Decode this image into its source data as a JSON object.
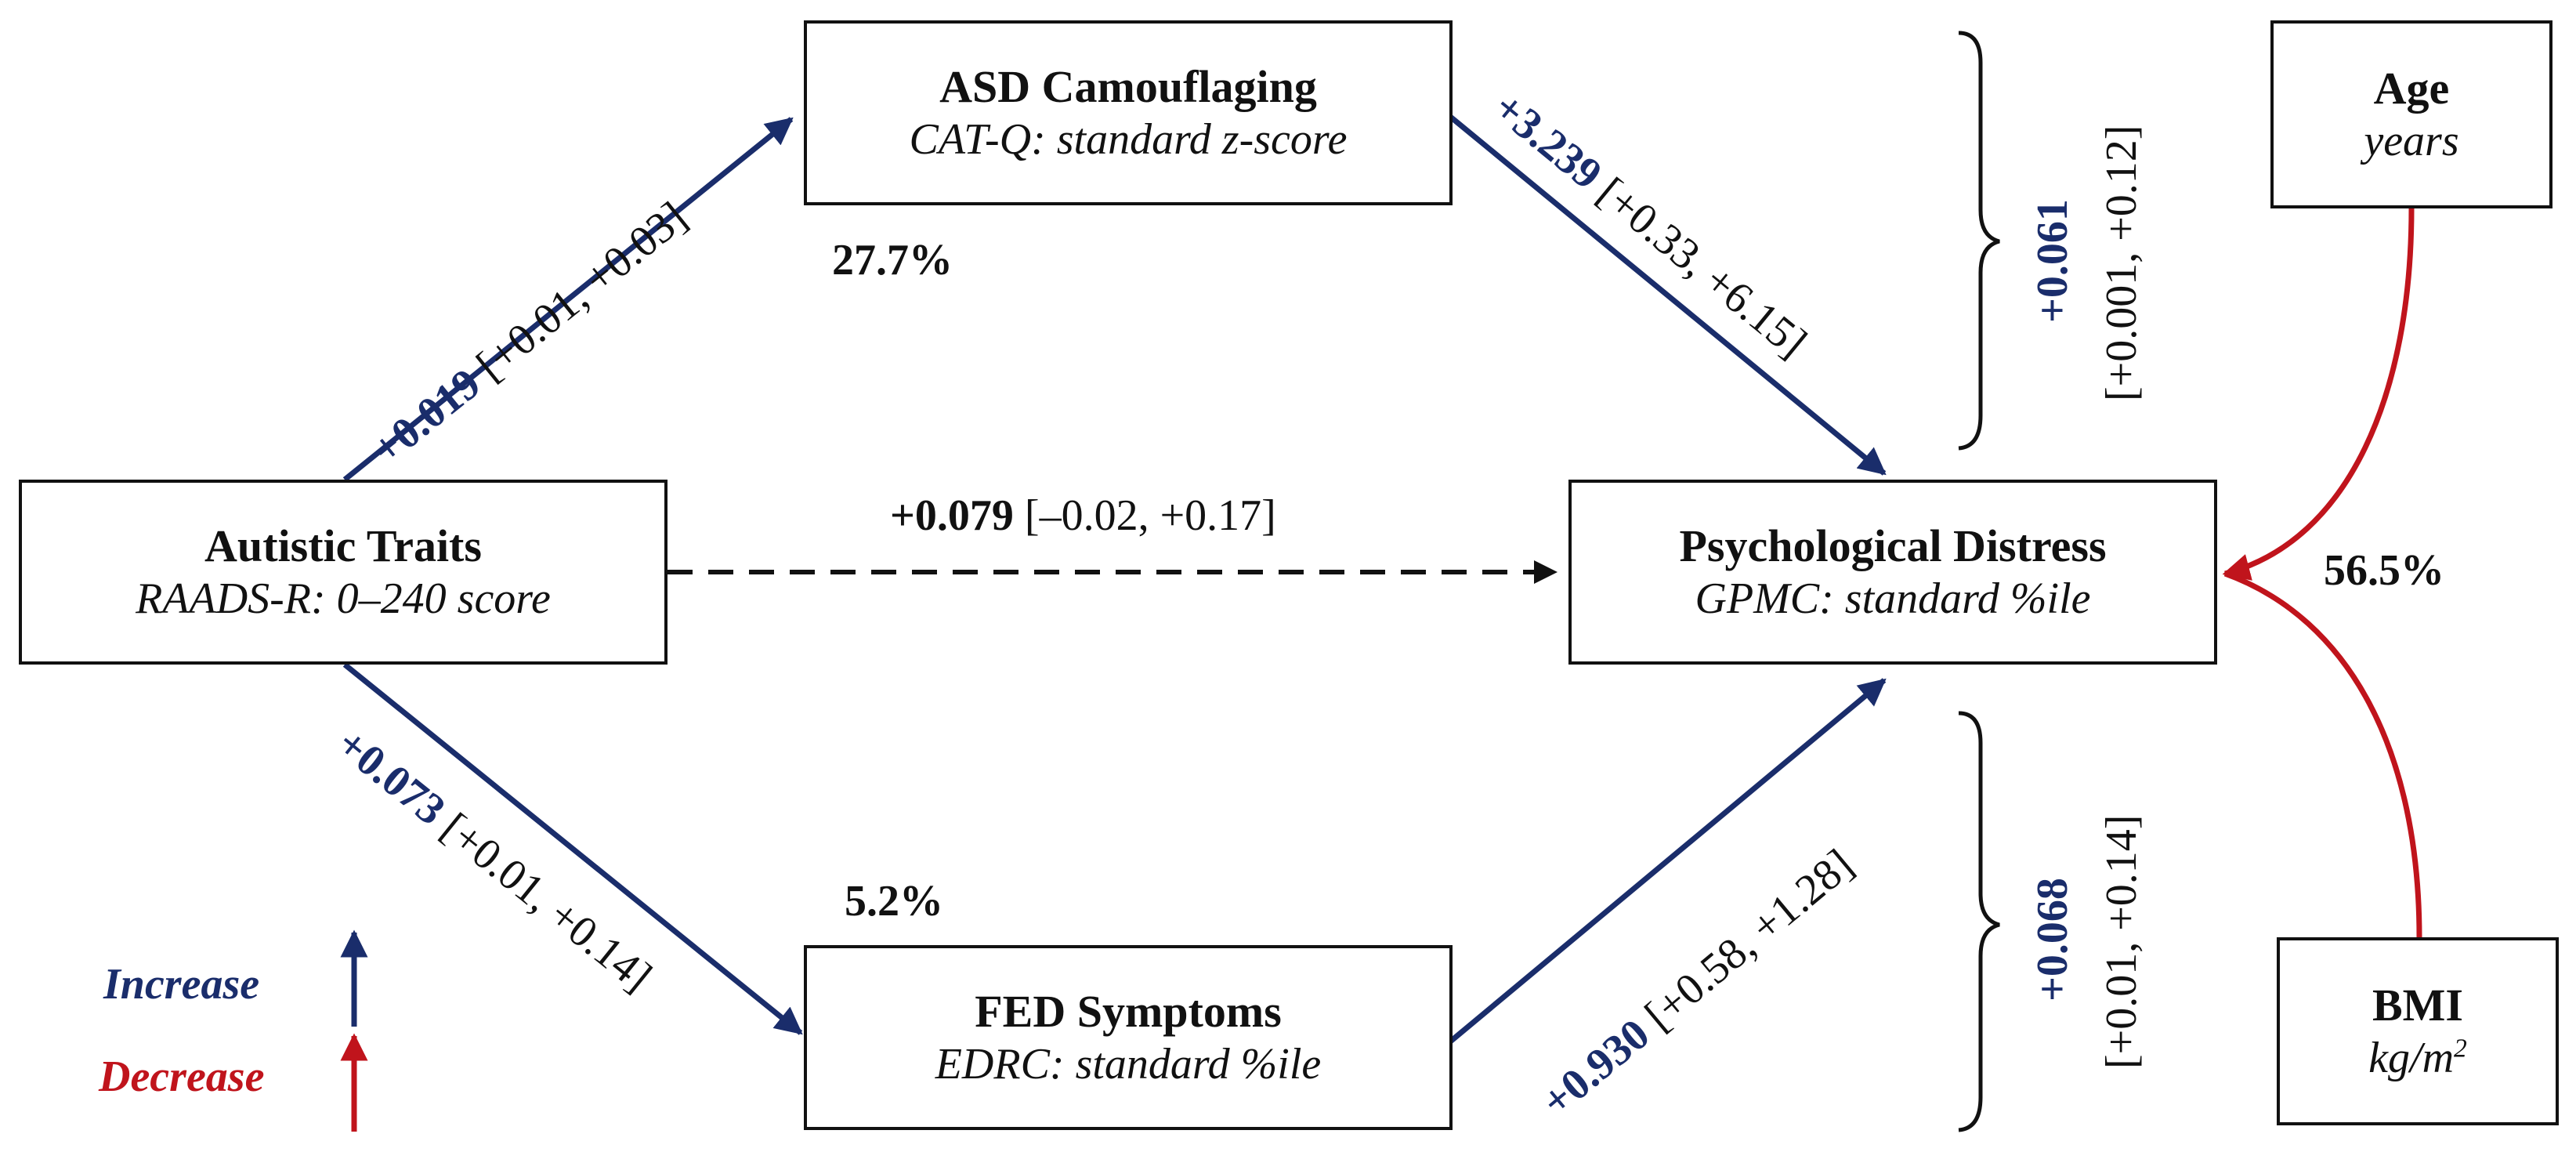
{
  "nodes": {
    "autistic": {
      "title": "Autistic Traits",
      "subtitle": "RAADS-R: 0–240 score"
    },
    "asd": {
      "title": "ASD Camouflaging",
      "subtitle": "CAT-Q: standard z-score"
    },
    "fed": {
      "title": "FED Symptoms",
      "subtitle": "EDRC: standard %ile"
    },
    "distress": {
      "title": "Psychological Distress",
      "subtitle": "GPMC: standard %ile"
    },
    "age": {
      "title": "Age",
      "subtitle": "years"
    },
    "bmi": {
      "title": "BMI",
      "subtitle": "kg/m",
      "subtitle_sup": "2"
    }
  },
  "paths": {
    "autistic_to_asd": {
      "coef": "+0.019",
      "ci": "[+0.01, +0.03]"
    },
    "asd_to_distress": {
      "coef": "+3.239",
      "ci": "[+0.33, +6.15]"
    },
    "autistic_to_distress": {
      "coef": "+0.079",
      "ci": "[–0.02, +0.17]"
    },
    "autistic_to_fed": {
      "coef": "+0.073",
      "ci": "[+0.01, +0.14]"
    },
    "fed_to_distress": {
      "coef": "+0.930",
      "ci": "[+0.58, +1.28]"
    }
  },
  "indirect": {
    "upper": {
      "coef": "+0.061",
      "ci": "[+0.001, +0.12]"
    },
    "lower": {
      "coef": "+0.068",
      "ci": "[+0.01, +0.14]"
    }
  },
  "r2": {
    "asd": "27.7%",
    "fed": "5.2%",
    "distress": "56.5%"
  },
  "legend": {
    "increase": "Increase",
    "decrease": "Decrease"
  },
  "colors": {
    "increase": "#1a2d6b",
    "decrease": "#c0141c",
    "neutral": "#111111"
  }
}
